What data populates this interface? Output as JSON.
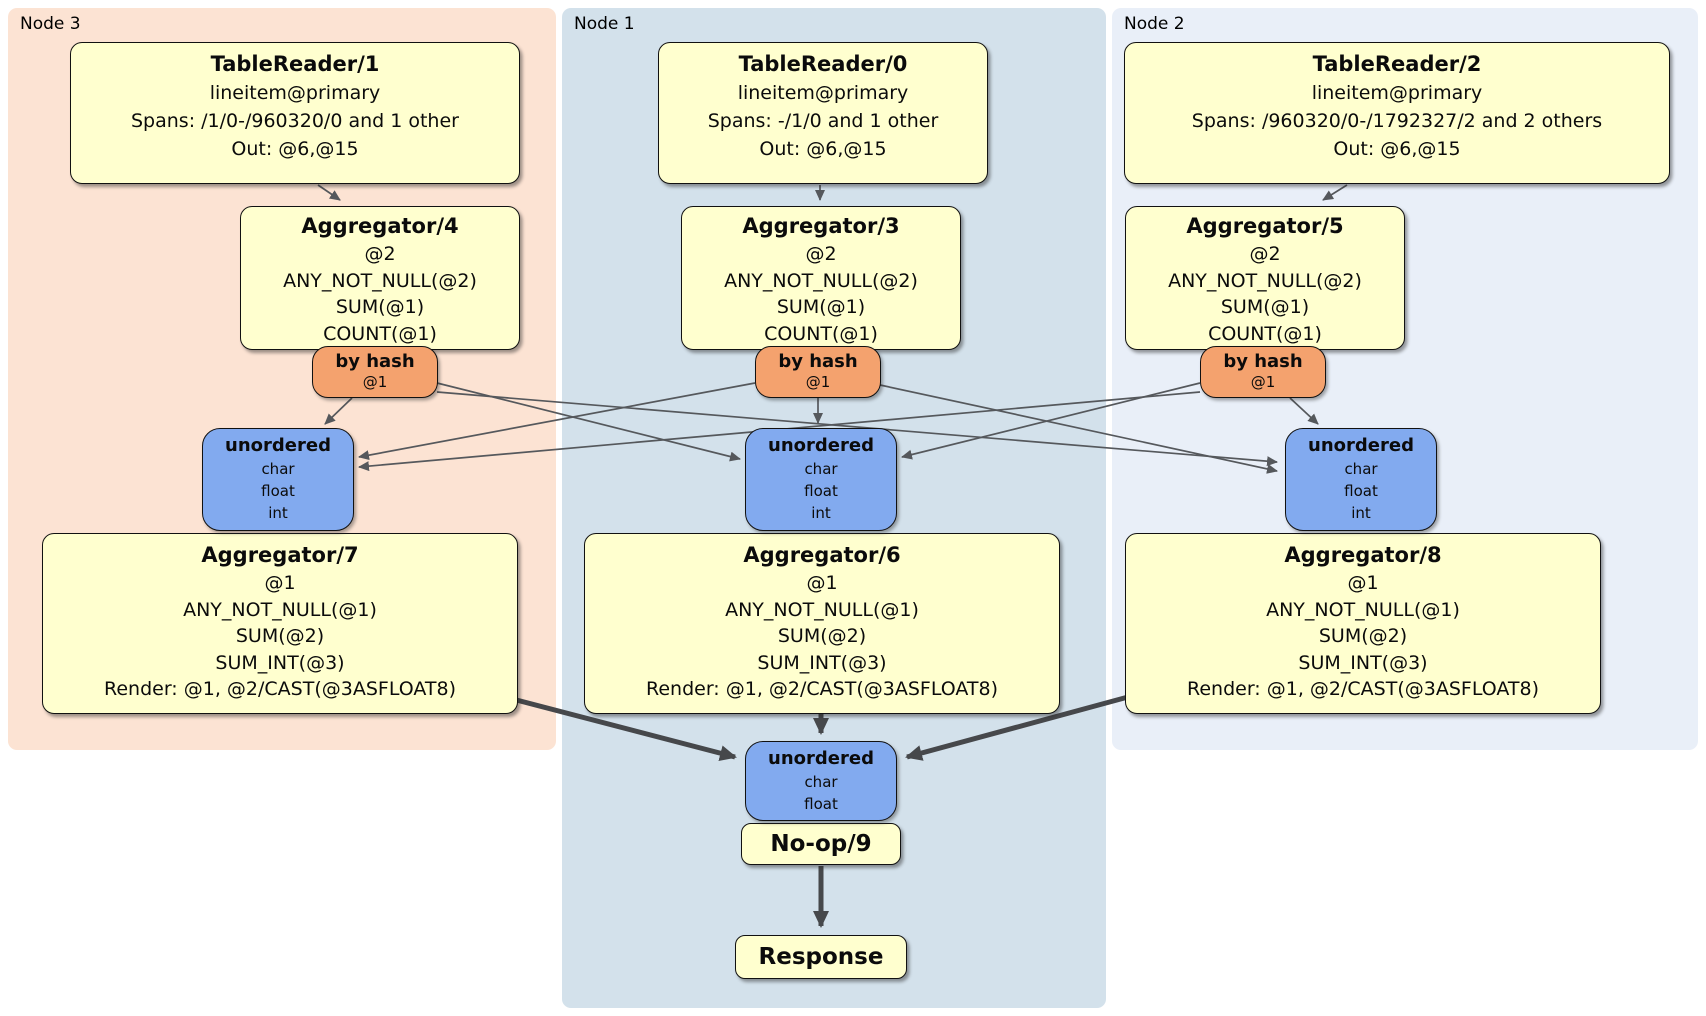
{
  "colors": {
    "node3_bg": "#fce3d3",
    "node1_bg": "#d3e1eb",
    "node2_bg": "#e9eff8",
    "processor_fill": "#ffffcf",
    "router_fill": "#f4a26e",
    "sync_fill": "#82aaef",
    "edge_thin": "#55585c",
    "edge_thick": "#46484b"
  },
  "regions": {
    "node3": {
      "label": "Node 3",
      "table_reader": {
        "title": "TableReader/1",
        "rows": [
          "lineitem@primary",
          "Spans: /1/0-/960320/0 and 1 other",
          "Out: @6,@15"
        ]
      },
      "aggregator": {
        "title": "Aggregator/4",
        "rows": [
          "@2",
          "ANY_NOT_NULL(@2)",
          "SUM(@1)",
          "COUNT(@1)"
        ]
      },
      "router": {
        "title": "by hash",
        "rows": [
          "@1"
        ]
      },
      "sync": {
        "title": "unordered",
        "rows": [
          "char",
          "float",
          "int"
        ]
      },
      "final_aggregator": {
        "title": "Aggregator/7",
        "rows": [
          "@1",
          "ANY_NOT_NULL(@1)",
          "SUM(@2)",
          "SUM_INT(@3)",
          "Render: @1, @2/CAST(@3ASFLOAT8)"
        ]
      }
    },
    "node1": {
      "label": "Node 1",
      "table_reader": {
        "title": "TableReader/0",
        "rows": [
          "lineitem@primary",
          "Spans: -/1/0 and 1 other",
          "Out: @6,@15"
        ]
      },
      "aggregator": {
        "title": "Aggregator/3",
        "rows": [
          "@2",
          "ANY_NOT_NULL(@2)",
          "SUM(@1)",
          "COUNT(@1)"
        ]
      },
      "router": {
        "title": "by hash",
        "rows": [
          "@1"
        ]
      },
      "sync": {
        "title": "unordered",
        "rows": [
          "char",
          "float",
          "int"
        ]
      },
      "final_aggregator": {
        "title": "Aggregator/6",
        "rows": [
          "@1",
          "ANY_NOT_NULL(@1)",
          "SUM(@2)",
          "SUM_INT(@3)",
          "Render: @1, @2/CAST(@3ASFLOAT8)"
        ]
      },
      "final_sync": {
        "title": "unordered",
        "rows": [
          "char",
          "float"
        ]
      },
      "noop": {
        "title": "No-op/9"
      },
      "response": {
        "title": "Response"
      }
    },
    "node2": {
      "label": "Node 2",
      "table_reader": {
        "title": "TableReader/2",
        "rows": [
          "lineitem@primary",
          "Spans: /960320/0-/1792327/2 and 2 others",
          "Out: @6,@15"
        ]
      },
      "aggregator": {
        "title": "Aggregator/5",
        "rows": [
          "@2",
          "ANY_NOT_NULL(@2)",
          "SUM(@1)",
          "COUNT(@1)"
        ]
      },
      "router": {
        "title": "by hash",
        "rows": [
          "@1"
        ]
      },
      "sync": {
        "title": "unordered",
        "rows": [
          "char",
          "float",
          "int"
        ]
      },
      "final_aggregator": {
        "title": "Aggregator/8",
        "rows": [
          "@1",
          "ANY_NOT_NULL(@1)",
          "SUM(@2)",
          "SUM_INT(@3)",
          "Render: @1, @2/CAST(@3ASFLOAT8)"
        ]
      }
    }
  }
}
